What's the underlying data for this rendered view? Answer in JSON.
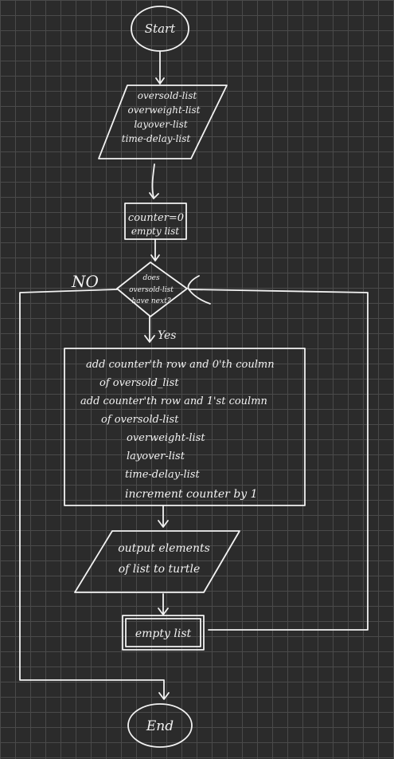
{
  "nodes": {
    "start": "Start",
    "input_lists": [
      "oversold-list",
      "overweight-list",
      "layover-list",
      "time-delay-list"
    ],
    "init": [
      "counter=0",
      "empty list"
    ],
    "decision": [
      "does",
      "oversold-list",
      "have next?"
    ],
    "process": [
      "add counter'th row and 0'th coulmn",
      "of oversold_list",
      "add counter'th row and 1'st coulmn",
      "of oversold-list",
      "overweight-list",
      "layover-list",
      "time-delay-list",
      "increment counter by 1"
    ],
    "output": [
      "output elements",
      "of list to turtle"
    ],
    "empty": "empty list",
    "end": "End"
  },
  "edges": {
    "no_label": "NO",
    "yes_label": "Yes"
  }
}
